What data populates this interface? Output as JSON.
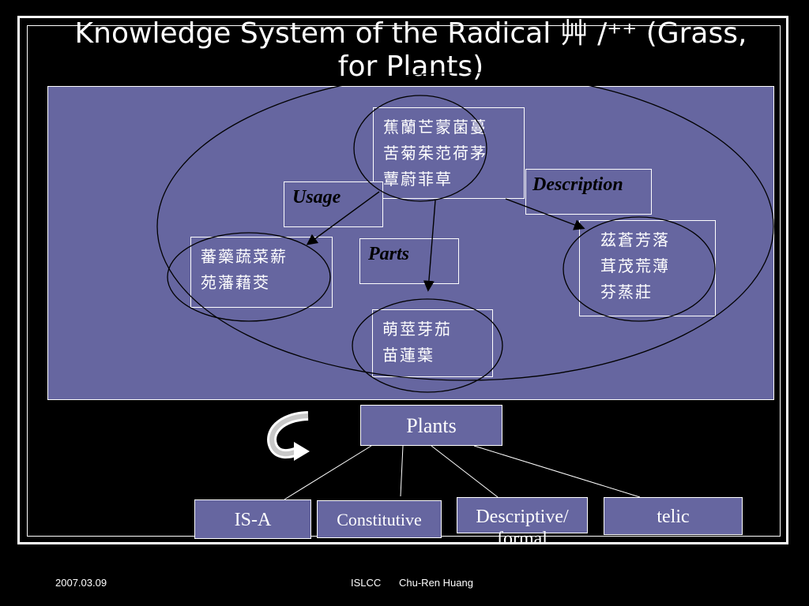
{
  "slide": {
    "title": "Knowledge System of the Radical 艸 /⁺⁺ (Grass, for Plants)"
  },
  "diagram": {
    "center_chars": "蕉蘭芒蒙菌蔓\n苦菊茱范荷茅\n蕈蔚菲草",
    "usage_label": "Usage",
    "description_label": "Description",
    "parts_label": "Parts",
    "usage_chars": "蕃藥蔬菜薪\n苑藩藉茭",
    "description_chars": "茲蒼芳落\n茸茂荒薄\n芬蒸莊",
    "parts_chars": "萌莖芽茄\n苗蓮葉"
  },
  "hierarchy": {
    "root": "Plants",
    "children": [
      "IS-A",
      "Constitutive",
      "Descriptive/\nformal",
      "telic"
    ]
  },
  "footer": {
    "date": "2007.03.09",
    "conference": "ISLCC",
    "author": "Chu-Ren Huang"
  },
  "colors": {
    "background": "#000000",
    "panel": "#6666a0",
    "line": "#000000",
    "white": "#ffffff"
  }
}
